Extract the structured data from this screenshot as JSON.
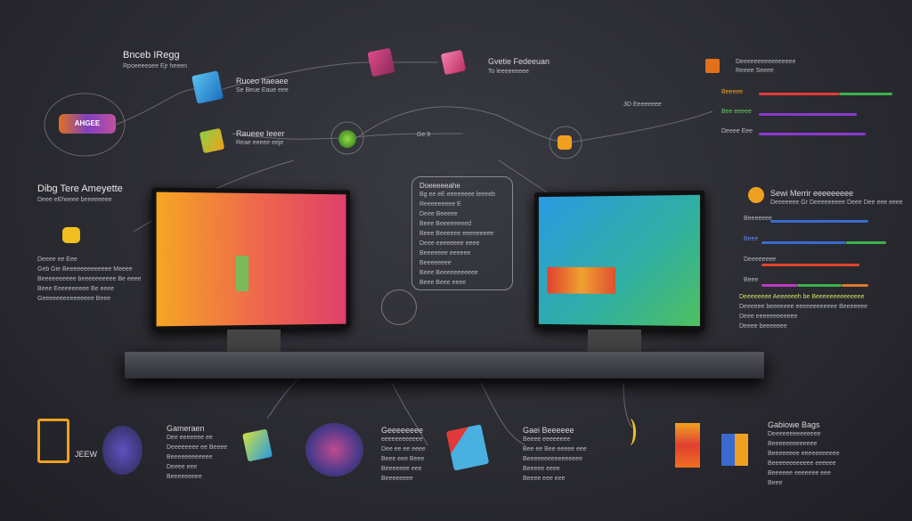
{
  "top_left": {
    "title": "Bnceb IRegg",
    "subtitle": "Rpoeeeeoee Ejr heeen"
  },
  "circle_label": "AHGEE",
  "node_blue": {
    "title": "Ruceo Itaeaee",
    "subtitle": "Se Beue Eaue eee"
  },
  "node_green": {
    "title": "Raueee Ieeer",
    "subtitle": "Reae eeeee eeje"
  },
  "node_pink": {
    "title": "Gvetie Fedeeuan",
    "subtitle": "To leeeeeeeee"
  },
  "node_mid": {
    "label": "3D Eeeeeeee",
    "small": "Ge 9"
  },
  "left_block": {
    "title": "Dibg Tere Ameyette",
    "subtitle": "Deee eEheeee beeeeeeee",
    "lines": [
      "Deeee ee Eee",
      "Geb Gie Beeeeeeeeeeeee Meeee",
      "Beeeeeeeeee beeeeeeeeee Be eeee",
      "Beee Eeeeeeeeee Be eeee",
      "Geeeeeeeeeeeeeee Beee"
    ]
  },
  "center_box": {
    "title": "Doeeeeeahe",
    "lines": [
      "Bg ee eE eeeeeeee leeeeb",
      "Reeeeeeeee E",
      "Deee Beeeee",
      "Beee Beeeeeeeed",
      "Beee Beeeeee eeeeeeeee",
      "Deee eeeeeeee eeee",
      "Beeeeeee eeeeee",
      "Beeeeeeee",
      "Beee Beeeeeeeeeee",
      "Beee Beee eeee"
    ]
  },
  "right_top": {
    "title": "Deeeeeeeeeeeeeeee",
    "subtitle": "Reeee Seeee",
    "rows": [
      {
        "label": "Beeeee",
        "color_a": "#e03a3a",
        "color_b": "#3cb24a"
      },
      {
        "label": "Bee eeeee",
        "color_a": "#8a3ad0",
        "color_b": "#8a3ad0"
      },
      {
        "label": "Deeee Eee",
        "color_a": "#8a3ad0",
        "color_b": "#7a6ad0"
      }
    ]
  },
  "right_mid": {
    "title": "Sewi Merrir eeeeeeeee",
    "subtitle": "Deeeeeee Gr Deeeeeeeee Deee Dee eee eeee",
    "rows": [
      {
        "label": "Beeeeeee",
        "color_a": "#3a6ad0",
        "color_b": "#3a6ad0"
      },
      {
        "label": "Beee",
        "color_a": "#3a6ad0",
        "color_b": "#3cb24a"
      },
      {
        "label": "Deeeeeeee",
        "color_a": "#e0442a",
        "color_b": "#e0442a"
      },
      {
        "label": "Beee",
        "color_a": "#c03ac0",
        "color_b": "#e07a2a"
      }
    ],
    "lines": [
      "Deeeeeeee Aeeeeeeh be Beeeeeeeeeeeeee",
      "Deeeeee beeeeeee eeeeeeeeeeee Beeeeeee",
      "Deee eeeeeeeeeeee",
      "Deeee beeeeeee"
    ]
  },
  "bottom": [
    {
      "title": "Gameraen",
      "lines": [
        "Dee eeeeeee ee",
        "Deeeeeeee ee Beeee",
        "Beeeeeeeeeeee",
        "Deeee eee",
        "Beeeeeeeee"
      ]
    },
    {
      "title": "Geeeeeeee",
      "lines": [
        "eeeeeeeeeeee",
        "Dee ee ee eeee",
        "Beee eee Beee",
        "Beeeeeee eee",
        "Beeeeeeee"
      ]
    },
    {
      "title": "Gaei Beeeeee",
      "lines": [
        "Beeee eeeeeeee",
        "Bee ee Bee eeeee eee",
        "Beeeeeeeeeeeeeeee",
        "Beeeee eeee",
        "Beeee eee eee"
      ]
    },
    {
      "title": "Gabiowe Bags",
      "lines": [
        "Deeeeeeeeeeeeee",
        "Beeeeeeeeeeeee",
        "Beeeeeeee eeeeeeeeeee",
        "Beeeeeeeeeeee eeeeee",
        "Beeeeee eeeeeee eee",
        "Beee"
      ]
    }
  ],
  "bottom_logo": "JEEW",
  "colors": {
    "background": "#2b2b32",
    "orange": "#f0a020",
    "blue": "#2a9ae0",
    "pink": "#e0407a"
  }
}
